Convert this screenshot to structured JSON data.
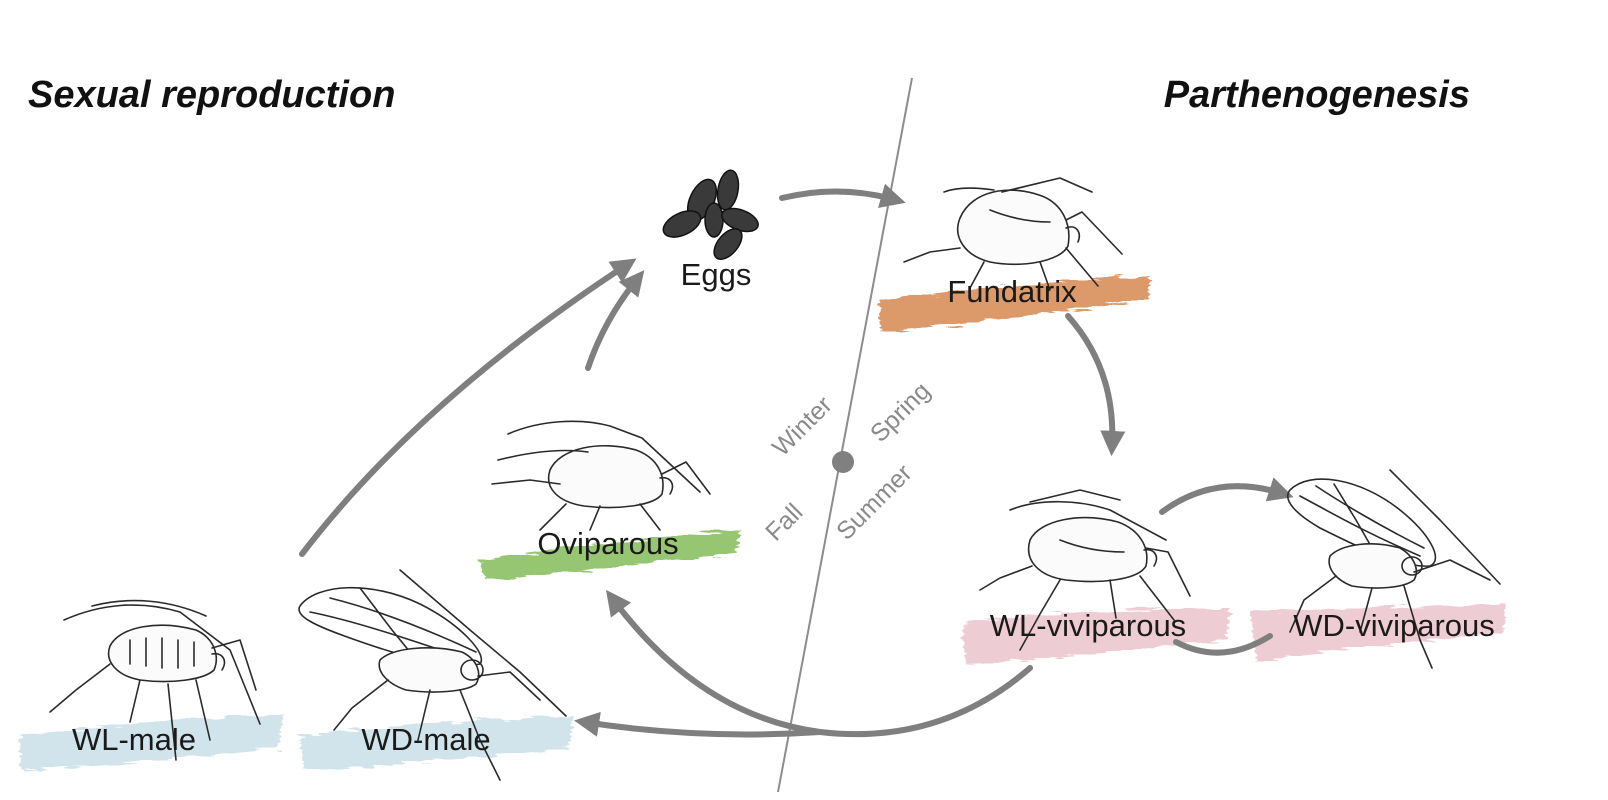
{
  "headings": {
    "left": "Sexual reproduction",
    "right": "Parthenogenesis"
  },
  "stages": {
    "eggs": "Eggs",
    "fundatrix": "Fundatrix",
    "wl_viviparous": "WL-viviparous",
    "wd_viviparous": "WD-viviparous",
    "oviparous": "Oviparous",
    "wl_male": "WL-male",
    "wd_male": "WD-male"
  },
  "seasons": {
    "winter": "Winter",
    "spring": "Spring",
    "fall": "Fall",
    "summer": "Summer"
  },
  "colors": {
    "arrow": "#7f7f7f",
    "fundatrix_band": "#d9905a",
    "oviparous_band": "#8cc063",
    "viviparous_band": "#edc7cf",
    "male_band": "#cfe3ea"
  },
  "icons": {
    "eggs": "egg-cluster-icon",
    "aphids": "aphid-illustration"
  }
}
